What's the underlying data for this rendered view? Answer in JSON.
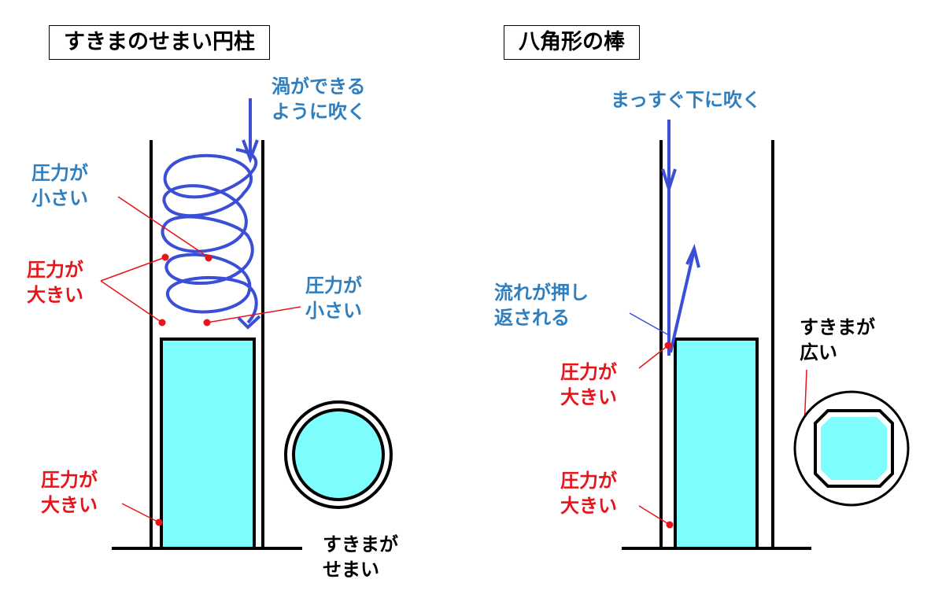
{
  "colors": {
    "pressure_low": "#2f7fbf",
    "pressure_high": "#e8141a",
    "arrow": "#3a4ed6",
    "rod_fill": "#7dfdfd",
    "line": "#000000"
  },
  "left": {
    "title": "すきまのせまい円柱",
    "blow_label": "渦ができる\nように吹く",
    "low_top": "圧力が\n小さい",
    "high_mid": "圧力が\n大きい",
    "low_bottom": "圧力が\n小さい",
    "high_bottom": "圧力が\n大きい",
    "gap_label": "すきまが\nせまい"
  },
  "right": {
    "title": "八角形の棒",
    "blow_label": "まっすぐ下に吹く",
    "pushback_label": "流れが押し\n返される",
    "high_top": "圧力が\n大きい",
    "high_bottom": "圧力が\n大きい",
    "gap_label": "すきまが\n広い"
  }
}
